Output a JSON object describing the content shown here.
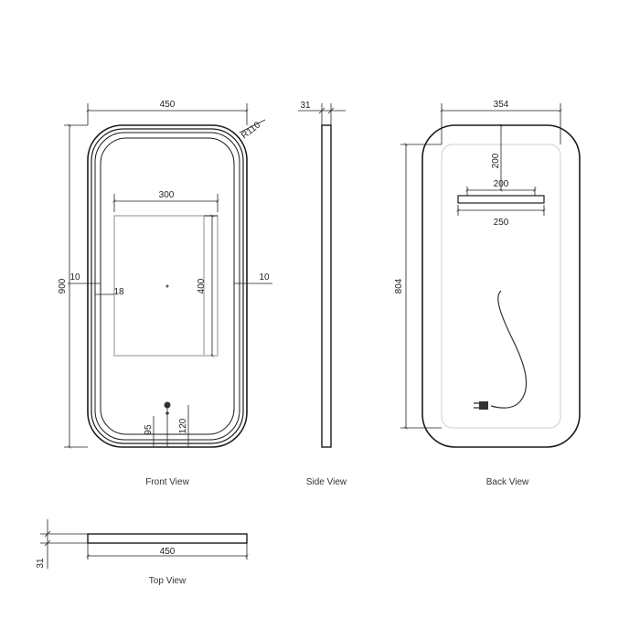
{
  "front": {
    "width": "450",
    "radius": "R110",
    "strip_width": "300",
    "height": "900",
    "left_margin": "10",
    "right_margin": "10",
    "strip_offset": "18",
    "strip_height": "400",
    "switch_offset_a": "95",
    "switch_offset_b": "120",
    "caption": "Front View"
  },
  "side": {
    "depth": "31",
    "caption": "Side View"
  },
  "back": {
    "width": "354",
    "top_offset": "200",
    "bracket_width": "200",
    "bracket_length": "250",
    "height": "804",
    "caption": "Back View"
  },
  "top": {
    "depth": "31",
    "width": "450",
    "caption": "Top View"
  }
}
